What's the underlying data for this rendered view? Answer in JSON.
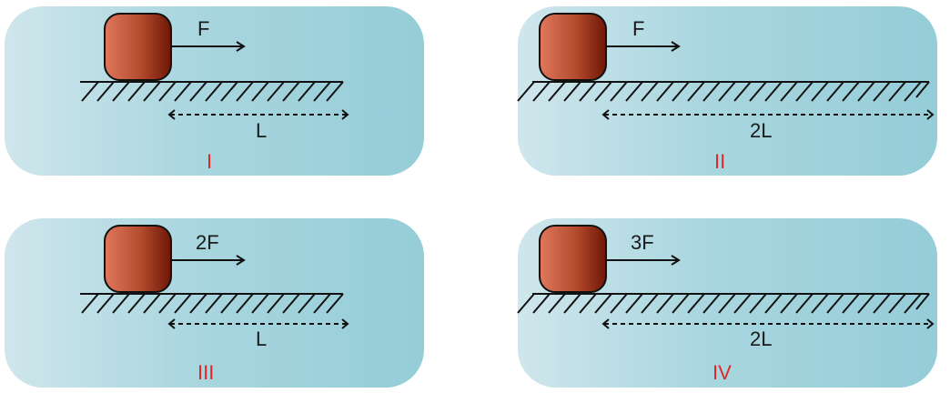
{
  "panels": [
    {
      "roman": "I",
      "force": "F",
      "distance": "L"
    },
    {
      "roman": "II",
      "force": "F",
      "distance": "2L"
    },
    {
      "roman": "III",
      "force": "2F",
      "distance": "L"
    },
    {
      "roman": "IV",
      "force": "3F",
      "distance": "2L"
    }
  ],
  "colors": {
    "roman_label": "#e0262b",
    "block_light": "#e0785c",
    "block_dark": "#6e1606",
    "panel_light": "#cfe6ec",
    "panel_dark": "#95cdd8"
  }
}
